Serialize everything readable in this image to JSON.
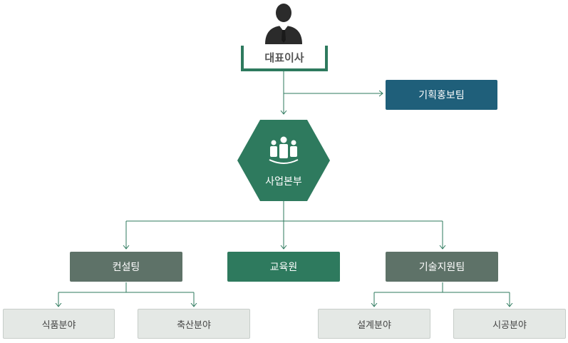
{
  "org": {
    "ceo": "대표이사",
    "planning_pr": "기획홍보팀",
    "business_division": "사업본부",
    "consulting": "컨설팅",
    "education": "교육원",
    "tech_support": "기술지원팀",
    "food": "식품분야",
    "livestock": "축산분야",
    "design": "설계분야",
    "construction": "시공분야"
  },
  "icons": {
    "ceo": "businessman-icon",
    "division": "team-icon"
  },
  "colors": {
    "green": "#2e7a5e",
    "blue": "#1f5f7a",
    "gray": "#5e7268",
    "light": "#e4e8e5",
    "line": "#2e7a5e"
  }
}
